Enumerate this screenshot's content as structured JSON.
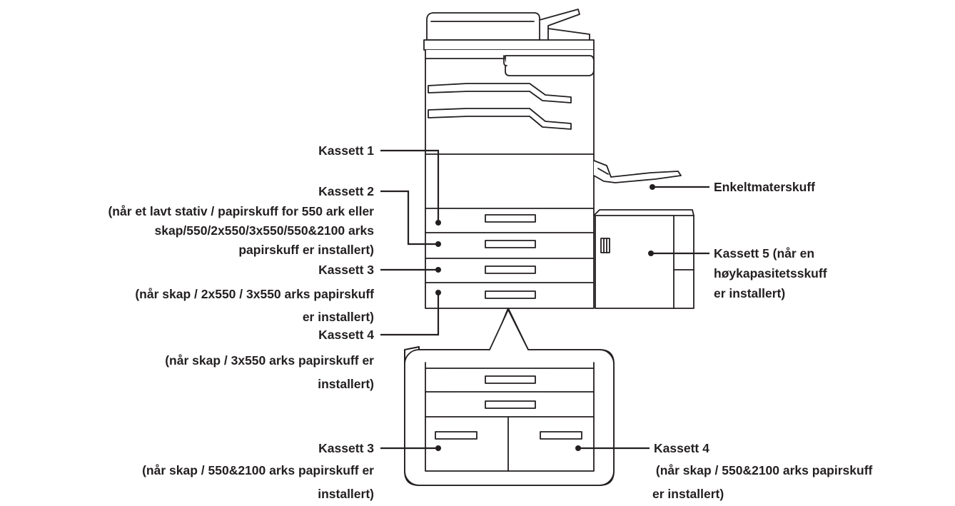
{
  "labels": {
    "tray1": {
      "title": "Kassett 1"
    },
    "tray2": {
      "title": "Kassett 2",
      "note": "(når et lavt stativ / papirskuff for 550 ark eller\nskap/550/2x550/3x550/550&2100 arks\npapirskuff er installert)"
    },
    "tray3": {
      "title": "Kassett 3",
      "note": "(når skap / 2x550 / 3x550 arks papirskuff\ner installert)"
    },
    "tray4": {
      "title": "Kassett 4",
      "note": "(når skap / 3x550 arks papirskuff er\ninstallert)"
    },
    "bypass": {
      "title": "Enkeltmaterskuff"
    },
    "tray5": {
      "title": "Kassett 5 (når en\nhøykapasitetsskuff\ner installert)"
    },
    "tray3_alt": {
      "title": "Kassett 3",
      "note": "(når skap / 550&2100 arks papirskuff er\ninstallert)"
    },
    "tray4_alt": {
      "title": "Kassett 4",
      "note": " (når skap / 550&2100 arks papirskuff\ner installert)"
    }
  },
  "colors": {
    "line": "#231f20",
    "fill": "#ffffff"
  }
}
